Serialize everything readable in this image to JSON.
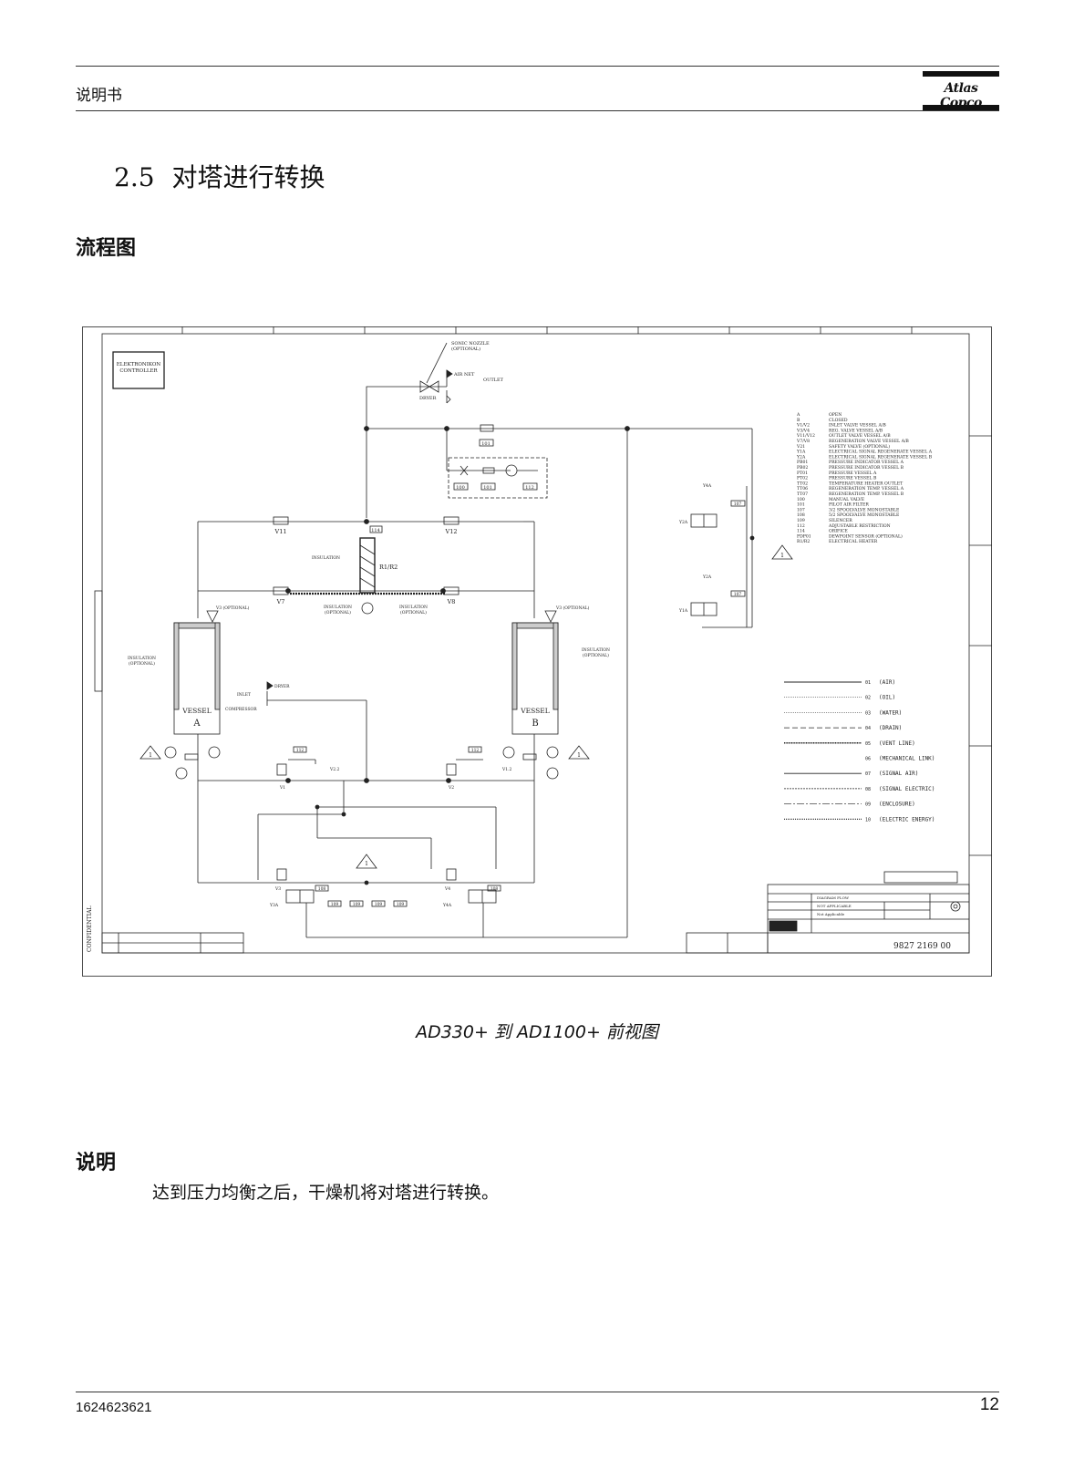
{
  "header": {
    "title": "说明书",
    "logo_text": "Atlas Copco"
  },
  "section": {
    "number": "2.5",
    "title": "对塔进行转换"
  },
  "flow_heading": "流程图",
  "diagram": {
    "labels": {
      "controller_1": "ELEKTRONIKON",
      "controller_2": "CONTROLLER",
      "sonic_1": "SONIC NOZZLE",
      "sonic_2": "(OPTIONAL)",
      "air_net": "AIR NET",
      "outlet": "OUTLET",
      "dryer_top": "DRYER",
      "v11": "V11",
      "v12": "V12",
      "r1r2": "R1/R2",
      "v7": "V7",
      "v8": "V8",
      "insulation": "INSULATION",
      "optional": "(OPTIONAL)",
      "v3_opt_left": "V3 (OPTIONAL)",
      "v3_opt_right": "V3 (OPTIONAL)",
      "vessel": "VESSEL",
      "vessel_a": "A",
      "vessel_b": "B",
      "inlet": "INLET",
      "dryer_mid": "DRYER",
      "compressor": "COMPRESSOR",
      "v1": "V1",
      "v2": "V2",
      "v3": "V3",
      "v4": "V4",
      "v12b": "V1.2",
      "v22": "V2.2",
      "y1a": "Y1A",
      "y2a": "Y2A",
      "y3a": "Y3A",
      "y4a": "Y4A",
      "n101": "101",
      "n100": "100",
      "n112": "112",
      "n114": "114",
      "n107": "107",
      "n108": "108",
      "n109": "109",
      "confidential": "CONFIDENTIAL",
      "doc_code": "9827 2169 00",
      "title_block_1": "DIAGRAM FLOW",
      "title_block_2": "NOT APPLICABLE",
      "title_block_3": "Not Applicable"
    },
    "legend_codes": [
      {
        "code": "A",
        "desc": "OPEN"
      },
      {
        "code": "B",
        "desc": "CLOSED"
      },
      {
        "code": "V1/V2",
        "desc": "INLET VALVE VESSEL A/B"
      },
      {
        "code": "V3/V4",
        "desc": "REG. VALVE VESSEL A/B"
      },
      {
        "code": "V11/V12",
        "desc": "OUTLET VALVE VESSEL A/B"
      },
      {
        "code": "V7/V8",
        "desc": "REGENERATION VALVE VESSEL A/B"
      },
      {
        "code": "V21",
        "desc": "SAFETY VALVE (OPTIONAL)"
      },
      {
        "code": "Y1A",
        "desc": "ELECTRICAL SIGNAL REGENERATE VESSEL A"
      },
      {
        "code": "Y2A",
        "desc": "ELECTRICAL SIGNAL REGENERATE VESSEL B"
      },
      {
        "code": "PB01",
        "desc": "PRESSURE INDICATOR VESSEL A"
      },
      {
        "code": "PB02",
        "desc": "PRESSURE INDICATOR VESSEL B"
      },
      {
        "code": "PT01",
        "desc": "PRESSURE VESSEL A"
      },
      {
        "code": "PT02",
        "desc": "PRESSURE VESSEL B"
      },
      {
        "code": "TT02",
        "desc": "TEMPERATURE HEATER OUTLET"
      },
      {
        "code": "TT06",
        "desc": "REGENERATION TEMP. VESSEL A"
      },
      {
        "code": "TT07",
        "desc": "REGENERATION TEMP. VESSEL B"
      },
      {
        "code": "100",
        "desc": "MANUAL VALVE"
      },
      {
        "code": "101",
        "desc": "PILOT AIR FILTER"
      },
      {
        "code": "107",
        "desc": "3/2 SPOOLVALVE MONOSTABLE"
      },
      {
        "code": "108",
        "desc": "5/2 SPOOLVALVE MONOSTABLE"
      },
      {
        "code": "109",
        "desc": "SILENCER"
      },
      {
        "code": "112",
        "desc": "ADJUSTABLE RESTRICTION"
      },
      {
        "code": "114",
        "desc": "ORIFICE"
      },
      {
        "code": "PDP01",
        "desc": "DEWPOINT SENSOR (OPTIONAL)"
      },
      {
        "code": "R1/R2",
        "desc": "ELECTRICAL HEATER"
      }
    ],
    "line_legend": [
      {
        "num": "01",
        "label": "(AIR)"
      },
      {
        "num": "02",
        "label": "(OIL)"
      },
      {
        "num": "03",
        "label": "(WATER)"
      },
      {
        "num": "04",
        "label": "(DRAIN)"
      },
      {
        "num": "05",
        "label": "(VENT LINE)"
      },
      {
        "num": "06",
        "label": "(MECHANICAL LINK)"
      },
      {
        "num": "07",
        "label": "(SIGNAL AIR)"
      },
      {
        "num": "08",
        "label": "(SIGNAL ELECTRIC)"
      },
      {
        "num": "09",
        "label": "(ENCLOSURE)"
      },
      {
        "num": "10",
        "label": "(ELECTRIC ENERGY)"
      }
    ]
  },
  "caption": "AD330+ 到 AD1100+ 前视图",
  "description": {
    "heading": "说明",
    "text": "达到压力均衡之后，干燥机将对塔进行转换。"
  },
  "footer": {
    "doc_number": "1624623621",
    "page_number": "12"
  }
}
